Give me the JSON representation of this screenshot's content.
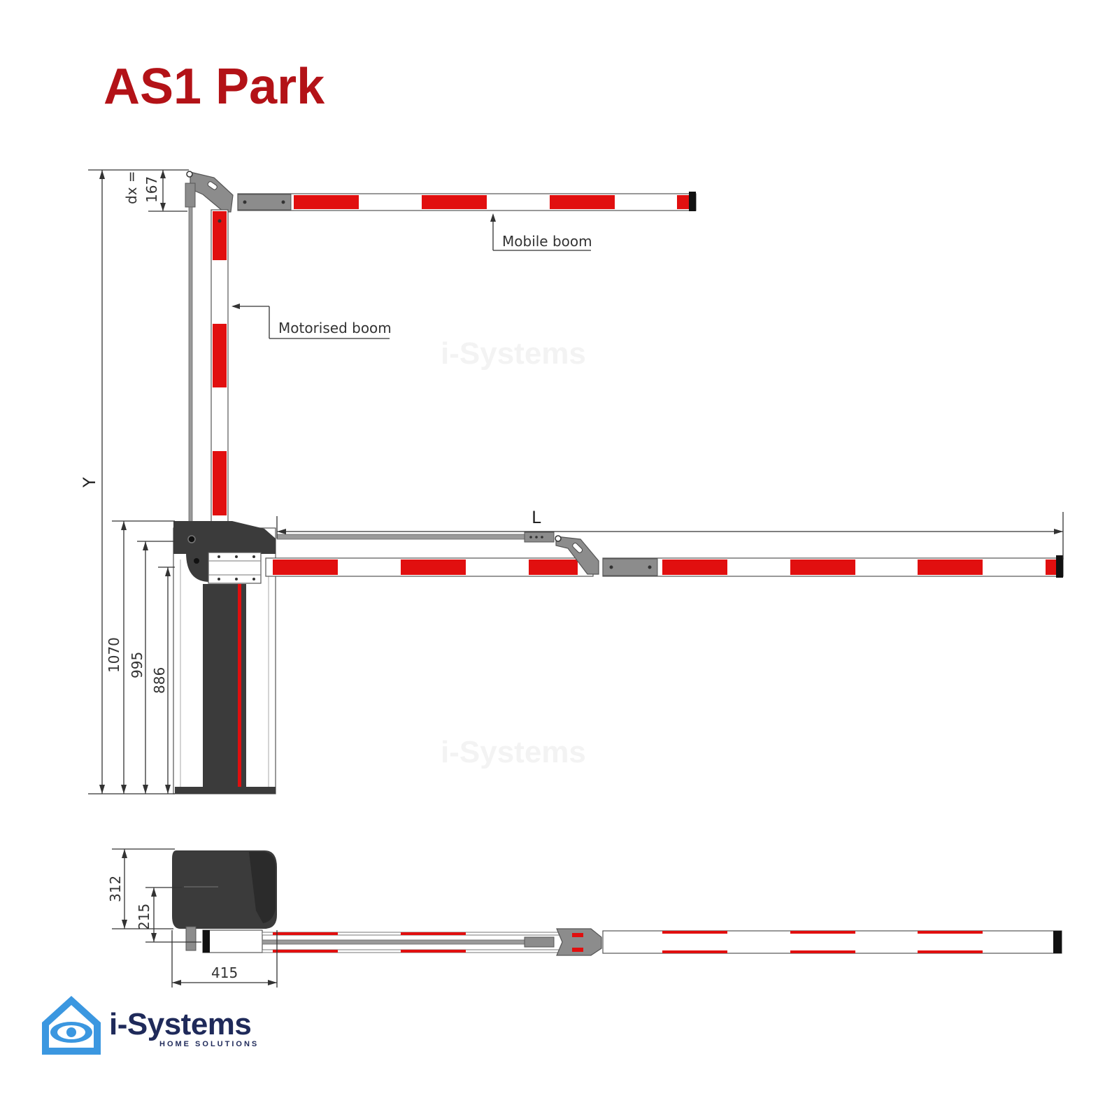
{
  "title": "AS1 Park",
  "colors": {
    "title": "#b31217",
    "boom_red": "#e10f0f",
    "boom_white": "#ffffff",
    "housing": "#3b3b3b",
    "bracket": "#8c8c8c",
    "logo_blue": "#3b97e0",
    "logo_navy": "#1f2a5a"
  },
  "labels": {
    "mobile_boom": "Mobile boom",
    "motorised_boom": "Motorised boom"
  },
  "dimensions": {
    "dx_prefix": "dx =",
    "dx_value": "167",
    "y": "Y",
    "l": "L",
    "h1070": "1070",
    "h995": "995",
    "h886": "886",
    "h312": "312",
    "h215": "215",
    "w415": "415"
  },
  "logo": {
    "icon": "house-eye-icon",
    "name": "i-Systems",
    "tagline": "HOME SOLUTIONS"
  }
}
